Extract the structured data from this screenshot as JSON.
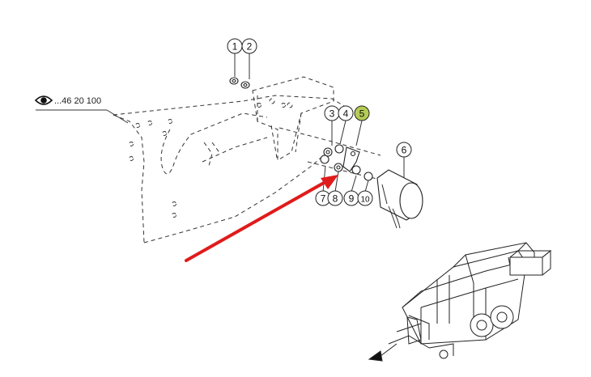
{
  "reference": {
    "text": "...46 20 100",
    "icon": "eye-icon"
  },
  "callouts": [
    {
      "label": "1",
      "highlight": false
    },
    {
      "label": "2",
      "highlight": false
    },
    {
      "label": "3",
      "highlight": false
    },
    {
      "label": "4",
      "highlight": false
    },
    {
      "label": "5",
      "highlight": true
    },
    {
      "label": "6",
      "highlight": false
    },
    {
      "label": "7",
      "highlight": false
    },
    {
      "label": "8",
      "highlight": false
    },
    {
      "label": "9",
      "highlight": false
    },
    {
      "label": "10",
      "highlight": false
    }
  ],
  "colors": {
    "highlight_fill": "#b5cc55",
    "arrow": "#e01b1b",
    "line": "#333333"
  }
}
